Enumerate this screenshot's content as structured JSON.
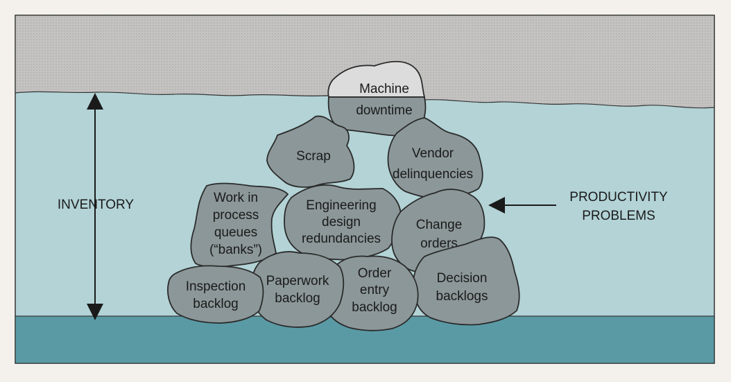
{
  "figure": {
    "inventory_label": "INVENTORY",
    "problems_label": [
      "PRODUCTIVITY",
      "PROBLEMS"
    ],
    "rocks": [
      {
        "id": "machine-downtime",
        "lines": [
          "Machine",
          "downtime"
        ]
      },
      {
        "id": "scrap",
        "lines": [
          "Scrap"
        ]
      },
      {
        "id": "vendor-delinquencies",
        "lines": [
          "Vendor",
          "delinquencies"
        ]
      },
      {
        "id": "work-in-process-queues",
        "lines": [
          "Work in",
          "process",
          "queues",
          "(“banks”)"
        ]
      },
      {
        "id": "engineering-design-redundancies",
        "lines": [
          "Engineering",
          "design",
          "redundancies"
        ]
      },
      {
        "id": "change-orders",
        "lines": [
          "Change",
          "orders"
        ]
      },
      {
        "id": "inspection-backlog",
        "lines": [
          "Inspection",
          "backlog"
        ]
      },
      {
        "id": "paperwork-backlog",
        "lines": [
          "Paperwork",
          "backlog"
        ]
      },
      {
        "id": "order-entry-backlog",
        "lines": [
          "Order",
          "entry",
          "backlog"
        ]
      },
      {
        "id": "decision-backlogs",
        "lines": [
          "Decision",
          "backlogs"
        ]
      }
    ],
    "colors": {
      "sky": "#c9c8c6",
      "water": "#b3d3d6",
      "seabed": "#5a9aa5",
      "rock": "#8c9799",
      "rock_top": "#dcdcdc"
    }
  }
}
